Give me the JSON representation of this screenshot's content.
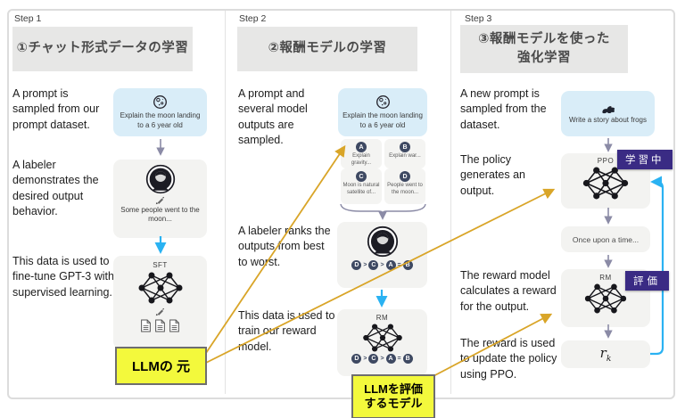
{
  "colors": {
    "accent_gold": "#d9a528",
    "accent_cyan": "#2ab2f2",
    "badge_purple": "#3a2b84",
    "annotation_yellow": "#f3f93c",
    "prompt_blue": "#d9edf8",
    "panel_gray": "#f3f3f1",
    "header_gray": "#e7e7e6"
  },
  "icons": {
    "moon": "moon-icon",
    "frog": "frog-icon",
    "avatar": "labeler-avatar-icon",
    "pencil": "pencil-icon",
    "document": "document-icon",
    "network": "neural-network-icon"
  },
  "step1": {
    "label": "Step 1",
    "title": "①チャット形式データの学習",
    "text_prompt": "A prompt is sampled from our prompt dataset.",
    "text_labeler": "A labeler demonstrates the desired output behavior.",
    "text_finetune": "This data is used to fine-tune GPT-3 with supervised learning.",
    "prompt_card": "Explain the moon landing to a 6 year old",
    "demo_output": "Some people went to the moon...",
    "model_label": "SFT",
    "annotation": "LLMの 元"
  },
  "step2": {
    "label": "Step 2",
    "title": "②報酬モデルの学習",
    "text_sampled": "A prompt and several model outputs are sampled.",
    "text_ranks": "A labeler ranks the outputs from best to worst.",
    "text_train": "This data is used to train our reward model.",
    "prompt_card": "Explain the moon landing to a 6 year old",
    "outputs": [
      {
        "letter": "A",
        "text": "Explain gravity..."
      },
      {
        "letter": "B",
        "text": "Explain war..."
      },
      {
        "letter": "C",
        "text": "Moon is natural satellite of..."
      },
      {
        "letter": "D",
        "text": "People went to the moon..."
      }
    ],
    "ranking": [
      "D",
      ">",
      "C",
      ">",
      "A",
      "=",
      "B"
    ],
    "model_label": "RM",
    "annotation_line1": "LLMを評価",
    "annotation_line2": "するモデル"
  },
  "step3": {
    "label": "Step 3",
    "title_line1": "③報酬モデルを使った",
    "title_line2": "強化学習",
    "text_new_prompt": "A new prompt is sampled from the dataset.",
    "text_policy": "The policy generates an output.",
    "text_reward_model": "The reward model calculates a reward for the output.",
    "text_reward_update": "The reward is used to update the policy using PPO.",
    "prompt_card": "Write a story about frogs",
    "ppo_label": "PPO",
    "badge_training": "学習中",
    "output_text": "Once upon a time...",
    "rm_label": "RM",
    "badge_eval": "評価",
    "reward": "r",
    "reward_sub": "k"
  }
}
